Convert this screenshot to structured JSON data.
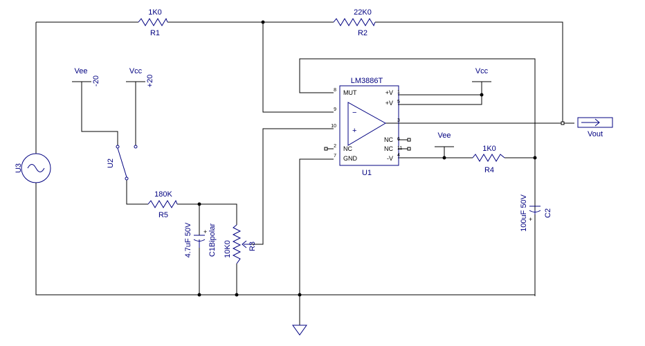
{
  "components": {
    "r1": {
      "value": "1K0",
      "ref": "R1"
    },
    "r2": {
      "value": "22K0",
      "ref": "R2"
    },
    "r4": {
      "value": "1K0",
      "ref": "R4"
    },
    "r5": {
      "value": "180K",
      "ref": "R5"
    },
    "r3": {
      "value": "10K0",
      "ref": "R3"
    },
    "c1": {
      "value": "4.7uF 50V",
      "ref": "C1Bipolar",
      "plus": "+"
    },
    "c2": {
      "value": "100uF 50V",
      "ref": "C2",
      "plus": "+"
    },
    "u1": {
      "part": "LM3886T",
      "ref": "U1"
    },
    "u2": {
      "ref": "U2"
    },
    "u3": {
      "ref": "U3"
    },
    "vout": {
      "label": "Vout"
    }
  },
  "supplies": {
    "vee_left": {
      "name": "Vee",
      "value": "-20"
    },
    "vcc_left": {
      "name": "Vcc",
      "value": "+20"
    },
    "vcc_right": {
      "name": "Vcc"
    },
    "vee_right": {
      "name": "Vee"
    }
  },
  "ic_pins": {
    "p8": "8",
    "p9": "9",
    "p10": "10",
    "p2": "2",
    "p7": "7",
    "p1": "1",
    "p5": "5",
    "p3": "3",
    "p6": "6",
    "p11": "11",
    "p4": "4",
    "mut": "MUT",
    "nc_l": "NC",
    "gnd": "GND",
    "pv1": "+V",
    "pv2": "+V",
    "nc_r1": "NC",
    "nc_r2": "NC",
    "nv": "-V",
    "minus": "−",
    "plus": "+"
  }
}
